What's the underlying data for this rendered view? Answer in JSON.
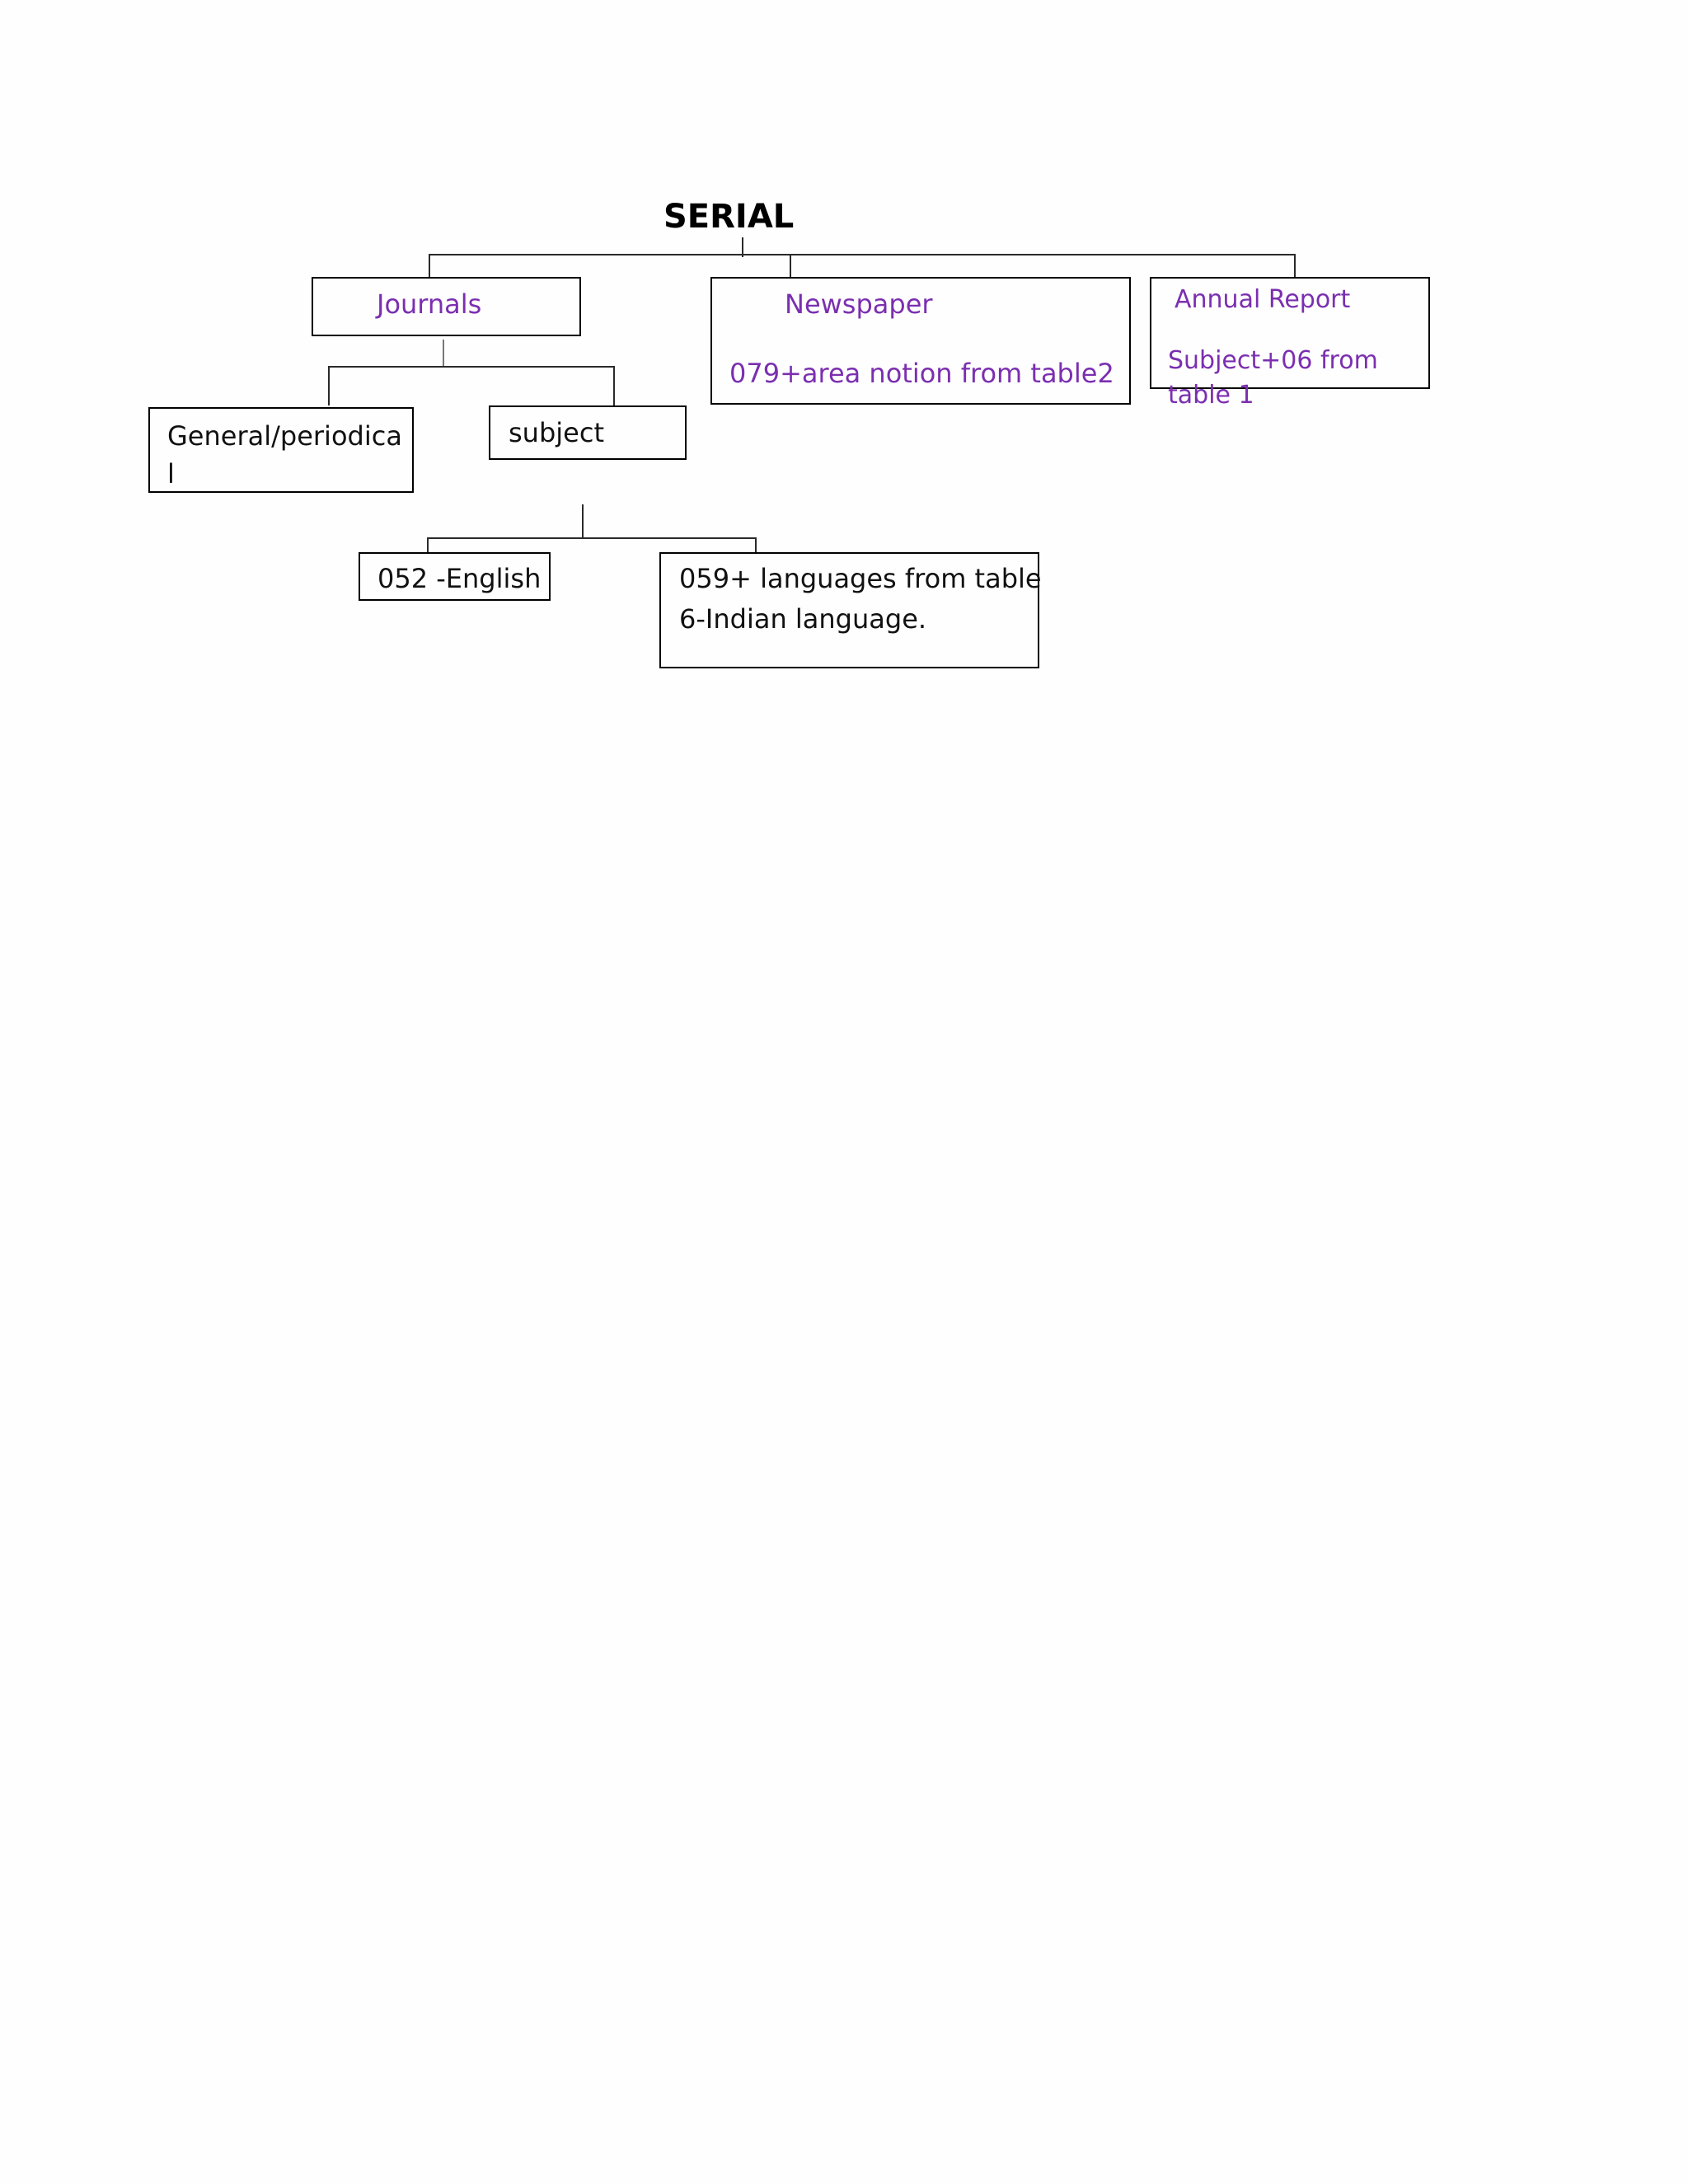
{
  "diagram": {
    "root": "SERIAL",
    "nodes": {
      "journals": "Journals",
      "newspaper": {
        "title": "Newspaper",
        "note": "079+area notion from table2"
      },
      "annual_report": {
        "title": "Annual Report",
        "note_line1": "Subject+06 from",
        "note_line2": "table 1"
      },
      "general": {
        "line1": "General/periodica",
        "line2": "l"
      },
      "subject": "subject",
      "english": "052 -English",
      "languages": {
        "line1": "059+ languages from table",
        "line2": "6-Indian language."
      }
    },
    "colors": {
      "purple_text": "#7b2fb0",
      "black_text": "#111111",
      "lines": "#2a2a2a",
      "background": "#fefefe"
    }
  }
}
